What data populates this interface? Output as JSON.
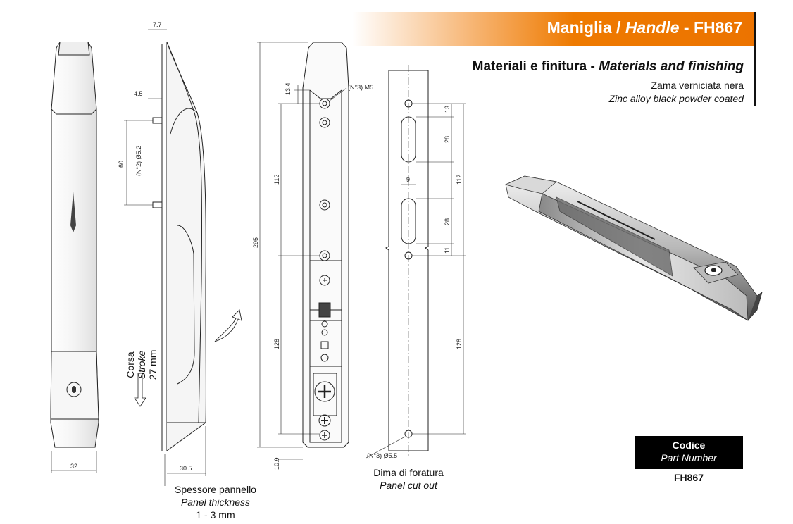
{
  "header": {
    "title_it": "Maniglia",
    "separator": "/",
    "title_en": "Handle",
    "dash": "-",
    "code": "FH867"
  },
  "materials": {
    "title_it": "Materiali e finitura -",
    "title_en": "Materials and finishing",
    "line_it": "Zama verniciata nera",
    "line_en": "Zinc alloy black powder coated"
  },
  "part": {
    "label_it": "Codice",
    "label_en": "Part Number",
    "value": "FH867"
  },
  "drawing": {
    "stroke_it": "Corsa",
    "stroke_en": "Stroke",
    "stroke_value": "27 mm",
    "panel_it": "Spessore pannello",
    "panel_en": "Panel thickness",
    "panel_value": "1 - 3 mm",
    "cutout_it": "Dima di foratura",
    "cutout_en": "Panel cut out",
    "dims": {
      "d7_7": "7.7",
      "d4_5": "4.5",
      "d60": "60",
      "d5_2": "(N°2) Ø5.2",
      "d32": "32",
      "d30_5": "30.5",
      "d295": "295",
      "d13_4": "13.4",
      "m5": "(N°3) M5",
      "d112a": "112",
      "d128a": "128",
      "d10_9": "10.9",
      "d13": "13",
      "d28a": "28",
      "d9": "9",
      "d112b": "112",
      "d28b": "28",
      "d11": "11",
      "d128b": "128",
      "d5_5": "(N°3) Ø5.5"
    }
  }
}
